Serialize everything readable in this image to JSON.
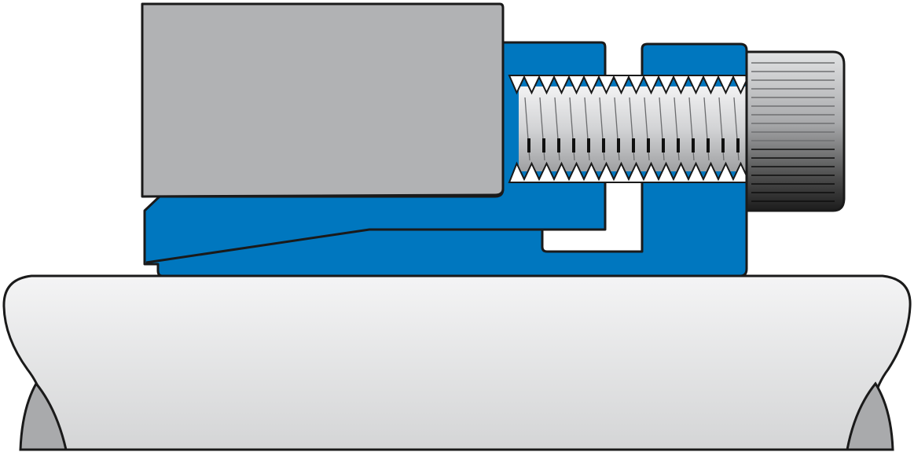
{
  "diagram": {
    "colors": {
      "background": "#ffffff",
      "outline": "#1a1a1a",
      "gray_block": "#b1b2b4",
      "blue_clamp": "#0077bf",
      "screw_light": "#e6e7e8",
      "screw_mid": "#b8b9bb",
      "knob_light": "#c9cacc",
      "knob_dark": "#2a2a2a",
      "rail_light": "#f2f2f3",
      "rail_dark": "#d6d7d8",
      "rail_end": "#a9aaac"
    },
    "parts": [
      {
        "name": "gray-workpiece-block",
        "kind": "block"
      },
      {
        "name": "blue-clamp-body",
        "kind": "clamp"
      },
      {
        "name": "threaded-screw",
        "kind": "screw"
      },
      {
        "name": "knurled-knob",
        "kind": "knob"
      },
      {
        "name": "rail",
        "kind": "rail"
      }
    ]
  }
}
